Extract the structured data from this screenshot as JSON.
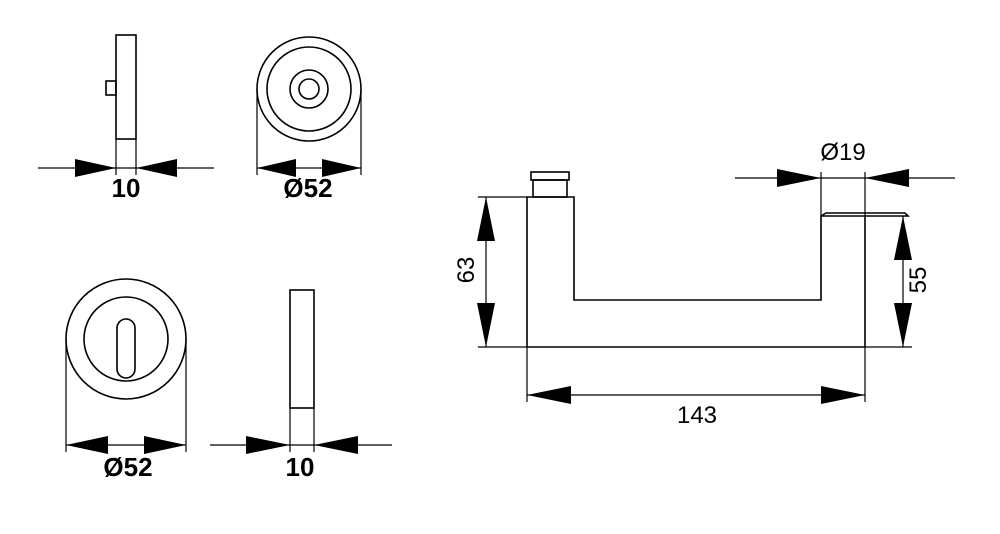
{
  "dimensions": {
    "rosette_thickness_top": "10",
    "rosette_diameter_top": "Ø52",
    "key_rosette_diameter": "Ø52",
    "key_rosette_thickness": "10",
    "handle_diameter": "Ø19",
    "handle_height_left": "63",
    "handle_height_right": "55",
    "handle_length": "143"
  }
}
